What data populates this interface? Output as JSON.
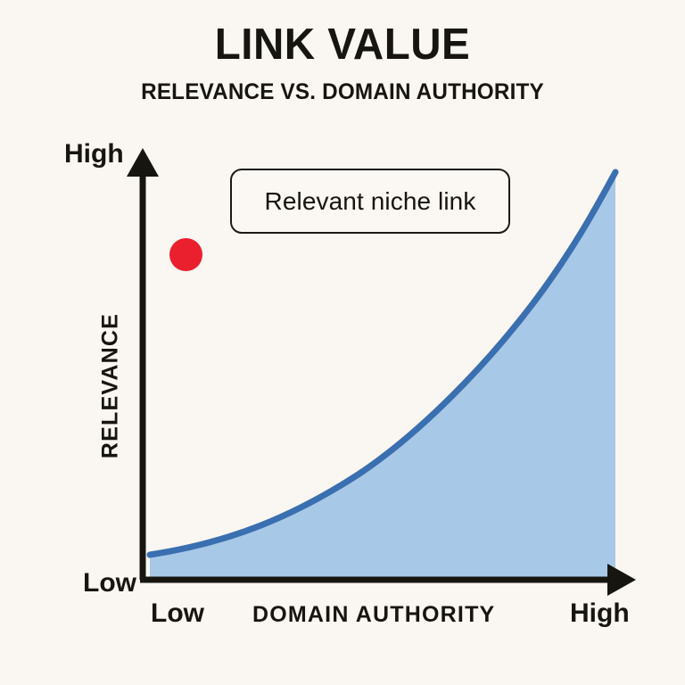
{
  "header": {
    "title": "LINK VALUE",
    "subtitle": "RELEVANCE VS. DOMAIN AUTHORITY"
  },
  "annotation": {
    "label": "Relevant niche link",
    "marker_color": "#ea202f"
  },
  "colors": {
    "background": "#faf6f1",
    "ink": "#17150f",
    "area_fill": "#a8c8e8",
    "curve_stroke": "#3a6fb0",
    "marker": "#ea202f"
  },
  "chart_data": {
    "type": "area",
    "title": "LINK VALUE",
    "subtitle": "RELEVANCE VS. DOMAIN AUTHORITY",
    "xlabel": "DOMAIN AUTHORITY",
    "ylabel": "RELEVANCE",
    "x_tick_labels": [
      "Low",
      "High"
    ],
    "y_tick_labels": [
      "Low",
      "High"
    ],
    "xlim": [
      0,
      100
    ],
    "ylim": [
      0,
      100
    ],
    "grid": false,
    "legend": "none",
    "series": [
      {
        "name": "Link value curve",
        "kind": "area",
        "fill": "#a8c8e8",
        "stroke": "#3a6fb0",
        "x": [
          0,
          10,
          20,
          30,
          40,
          50,
          60,
          70,
          80,
          90,
          100
        ],
        "y": [
          6,
          8,
          11,
          15,
          20,
          27,
          36,
          47,
          60,
          78,
          96
        ]
      }
    ],
    "points": [
      {
        "name": "Relevant niche link",
        "x": 9,
        "y": 76,
        "color": "#ea202f",
        "label": "Relevant niche link"
      }
    ],
    "notes": "Rising convex curve: relevance/link value grows faster as domain authority increases; a red marker sits high on relevance but low on domain authority."
  }
}
